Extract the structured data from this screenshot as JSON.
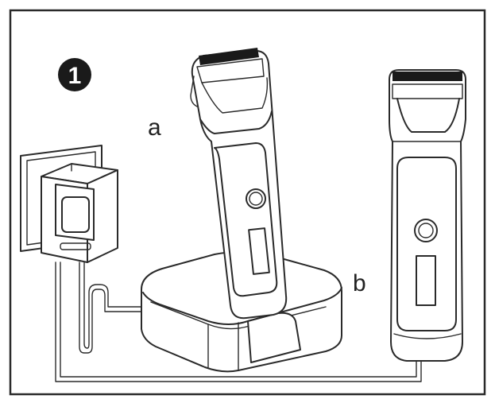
{
  "step": {
    "number": "1"
  },
  "labels": {
    "a": "a",
    "b": "b"
  },
  "colors": {
    "ink": "#2a2a2a",
    "background": "#ffffff",
    "badge": "#1a1a1a"
  }
}
